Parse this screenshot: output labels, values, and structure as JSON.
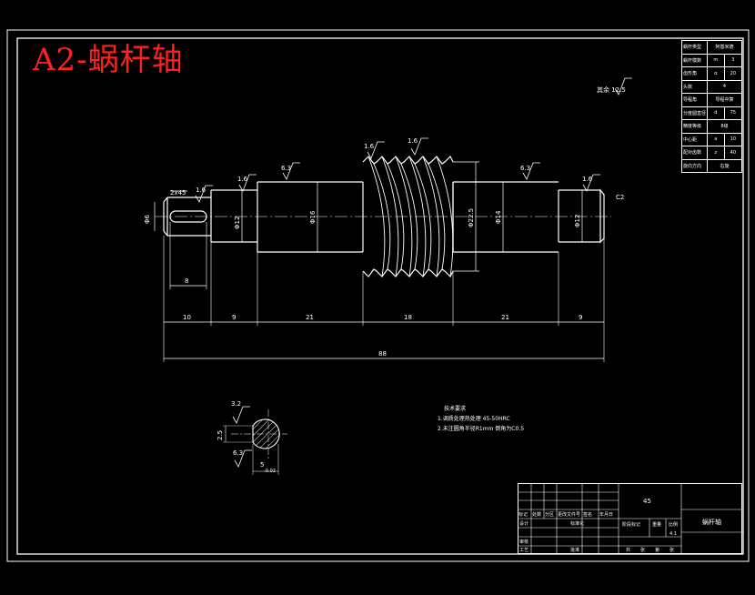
{
  "title": "A2-蜗杆轴",
  "param_table": {
    "rows": [
      {
        "label": "蜗杆类型",
        "value": "阿基米德"
      },
      {
        "label": "蜗杆模数",
        "value": "m",
        "value2": "3"
      },
      {
        "label": "齿形角",
        "value": "α",
        "value2": "20"
      },
      {
        "label": "头数",
        "value": "4"
      },
      {
        "label": "导程角",
        "value": "导程中算"
      },
      {
        "label": "分度圆直径",
        "value": "d",
        "value2": "75"
      },
      {
        "label": "精度等级",
        "value": "8级"
      },
      {
        "label": "中心距",
        "value": "a",
        "value2": "10"
      },
      {
        "label": "配对齿数",
        "value": "z",
        "value2": "40"
      },
      {
        "label": "旋向方向",
        "value": "右旋"
      }
    ]
  },
  "roughness_labels": {
    "general": "其余 12.5",
    "r1": "1.6",
    "r2": "1.6",
    "r3": "6.3",
    "r4": "1.6",
    "r5": "1.6",
    "r6": "6.3",
    "r7": "1.6",
    "r8": "3.2",
    "r9": "6.3"
  },
  "dimensions": {
    "chamfer_left": "2x45",
    "chamfer_right": "C2",
    "d_key_end": "Φ6",
    "d_seat_left": "Φ12",
    "d_shoulder_left": "Φ16",
    "d_worm": "Φ22.5",
    "d_shoulder_right": "Φ14",
    "d_seat_right": "Φ12",
    "key_len": "8",
    "seg1": "10",
    "seg2": "9",
    "seg3": "21",
    "seg4": "18",
    "seg5": "21",
    "seg6": "9",
    "total": "88",
    "section_w": "5",
    "section_w_tol": "-0.02",
    "section_h": "2.5"
  },
  "tech_requirements": {
    "heading": "技术要求",
    "items": [
      "1.调质处理热处理 45-50HRC",
      "2.未注圆角半径R1mm 倒角为C0.5"
    ]
  },
  "title_block": {
    "material": "45",
    "part_name": "蜗杆轴",
    "scale": "4:1",
    "row_labels": [
      "设计",
      "审核",
      "工艺"
    ],
    "header_labels": [
      "标记",
      "处数",
      "分区",
      "更改文件号",
      "签名",
      "年月日"
    ],
    "stage_labels": [
      "阶段标记",
      "重量",
      "比例"
    ],
    "sheet_labels": [
      "共",
      "张",
      "第",
      "张"
    ],
    "std_label": "标准化",
    "approve_label": "批准"
  }
}
